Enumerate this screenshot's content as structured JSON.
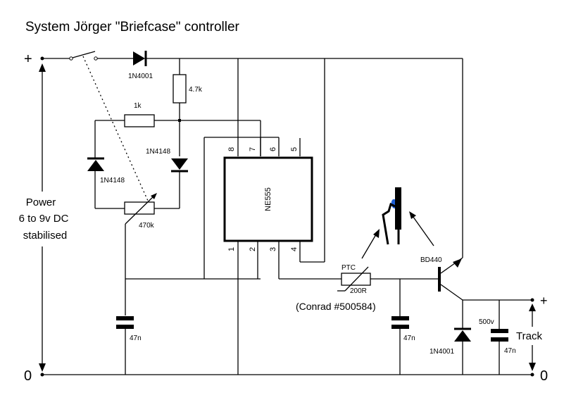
{
  "title": "System Jörger \"Briefcase\" controller",
  "power": {
    "plus_label": "+",
    "zero_label": "0",
    "description": [
      "Power",
      "6 to 9v DC",
      "stabilised"
    ]
  },
  "track": {
    "plus_label": "+",
    "zero_label": "0",
    "label": "Track"
  },
  "components": {
    "d1": "1N4001",
    "r1": "4.7k",
    "r2": "1k",
    "d2": "1N4148",
    "d3": "1N4148",
    "pot": "470k",
    "c1": "47n",
    "ic": "NE555",
    "ic_pins": [
      "1",
      "2",
      "3",
      "4",
      "5",
      "6",
      "7",
      "8"
    ],
    "ptc_label": "PTC",
    "ptc_value": "200R",
    "ptc_note": "(Conrad #500584)",
    "c2": "47n",
    "transistor": "BD440",
    "d4": "1N4001",
    "c3_voltage": "500v",
    "c3": "47n"
  },
  "colors": {
    "line": "#000000",
    "thermal_contact": "#1e5fd6"
  }
}
